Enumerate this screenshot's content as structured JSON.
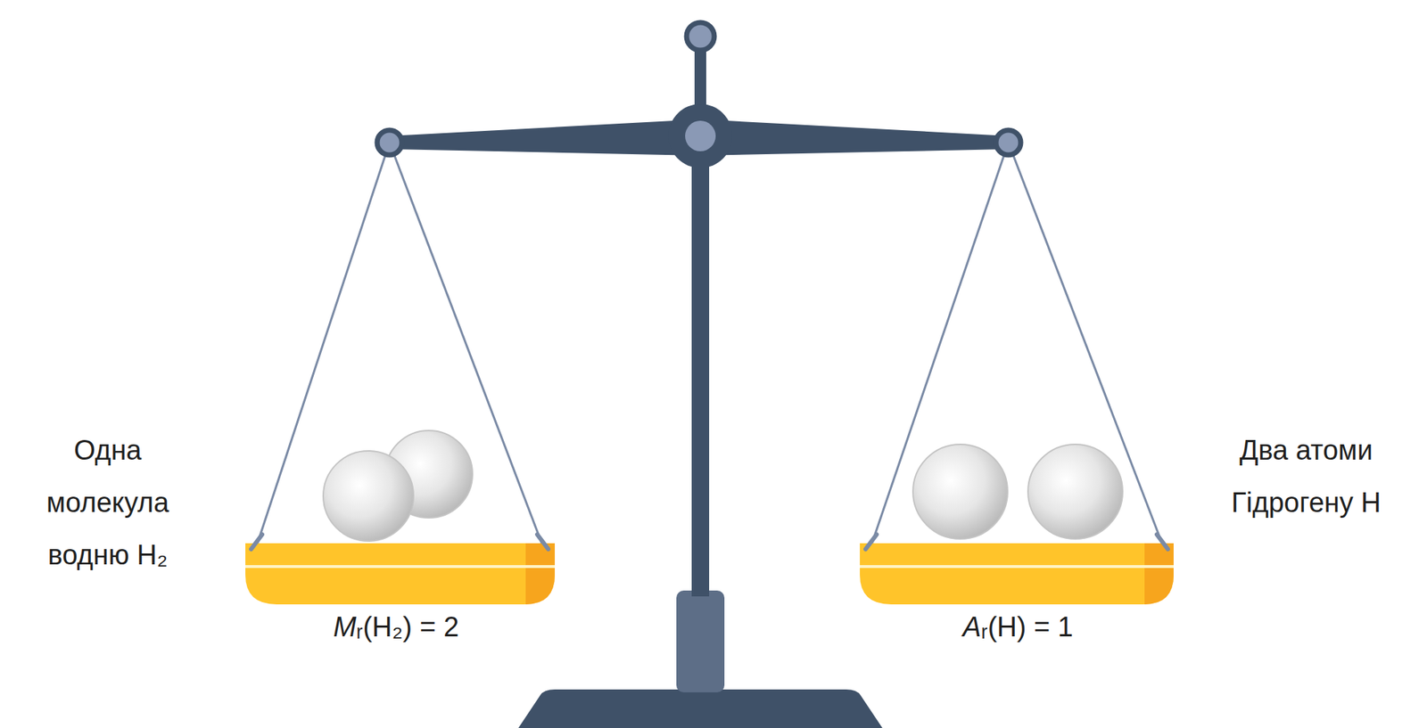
{
  "diagram": {
    "labels": [
      "Одна молекула водню H₂",
      "Mᵣ(H₂) = 2",
      "Aᵣ(H) = 1",
      "Два атоми Гідрогену H"
    ]
  }
}
